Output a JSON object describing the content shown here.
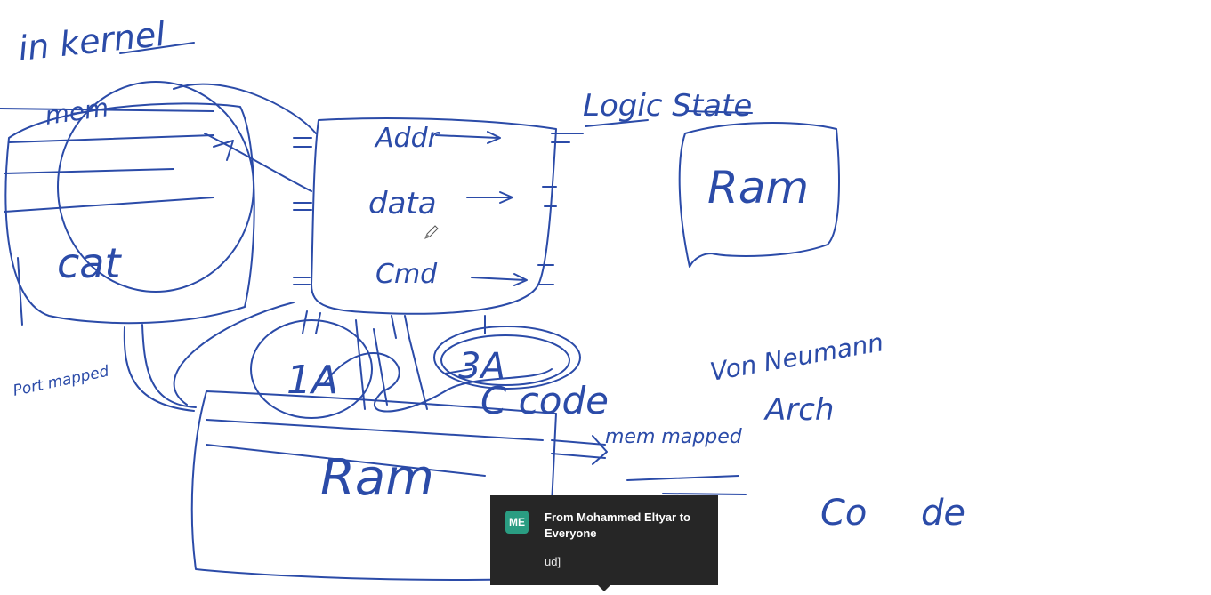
{
  "board": {
    "ink_color": "#2b4ba8",
    "labels": {
      "in_kernel": "in kernel",
      "mem": "mem",
      "cat": "cat",
      "addr": "Addr",
      "data": "data",
      "cmd": "Cmd",
      "logic_state": "Logic State",
      "ram_right": "Ram",
      "ram_bottom": "Ram",
      "port_mapped": "Port mapped",
      "one_a": "1A",
      "three_a": "3A",
      "c_code": "C code",
      "von_neumann": "Von Neumann",
      "arch": "Arch",
      "mem_mapped": "mem mapped",
      "code": "Co",
      "data_right": "de"
    }
  },
  "notification": {
    "avatar_initials": "ME",
    "avatar_color": "#2a9d82",
    "title": "From Mohammed Eltyar to Everyone",
    "message": "ud]"
  }
}
